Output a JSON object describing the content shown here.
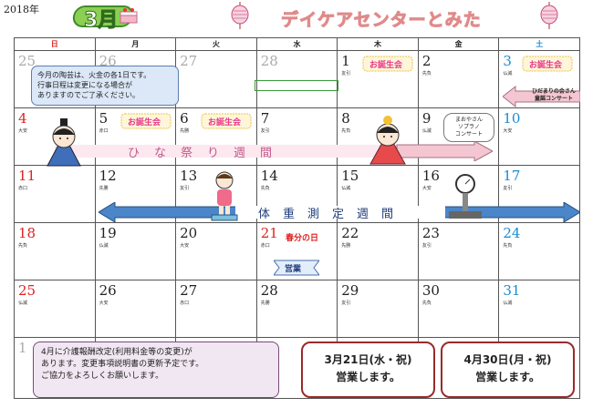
{
  "header": {
    "year": "2018年",
    "month": "3月",
    "title": "デイケアセンターとみた"
  },
  "weekdays": [
    "日",
    "月",
    "火",
    "水",
    "木",
    "金",
    "土"
  ],
  "weeks": [
    [
      {
        "day": "25",
        "note": "",
        "tone": "gray"
      },
      {
        "day": "26",
        "note": "",
        "tone": "gray"
      },
      {
        "day": "27",
        "note": "",
        "tone": "gray"
      },
      {
        "day": "28",
        "note": "",
        "tone": "gray"
      },
      {
        "day": "1",
        "note": "友引",
        "tone": ""
      },
      {
        "day": "2",
        "note": "先負",
        "tone": ""
      },
      {
        "day": "3",
        "note": "仏滅",
        "tone": "blue"
      }
    ],
    [
      {
        "day": "4",
        "note": "大安",
        "tone": "red"
      },
      {
        "day": "5",
        "note": "赤口",
        "tone": ""
      },
      {
        "day": "6",
        "note": "先勝",
        "tone": ""
      },
      {
        "day": "7",
        "note": "友引",
        "tone": ""
      },
      {
        "day": "8",
        "note": "先負",
        "tone": ""
      },
      {
        "day": "9",
        "note": "仏滅",
        "tone": ""
      },
      {
        "day": "10",
        "note": "大安",
        "tone": "blue"
      }
    ],
    [
      {
        "day": "11",
        "note": "赤口",
        "tone": "red"
      },
      {
        "day": "12",
        "note": "先勝",
        "tone": ""
      },
      {
        "day": "13",
        "note": "友引",
        "tone": ""
      },
      {
        "day": "14",
        "note": "先負",
        "tone": ""
      },
      {
        "day": "15",
        "note": "仏滅",
        "tone": ""
      },
      {
        "day": "16",
        "note": "大安",
        "tone": ""
      },
      {
        "day": "17",
        "note": "友引",
        "tone": "blue"
      }
    ],
    [
      {
        "day": "18",
        "note": "先負",
        "tone": "red"
      },
      {
        "day": "19",
        "note": "仏滅",
        "tone": ""
      },
      {
        "day": "20",
        "note": "大安",
        "tone": ""
      },
      {
        "day": "21",
        "note": "赤口",
        "tone": "red"
      },
      {
        "day": "22",
        "note": "先勝",
        "tone": ""
      },
      {
        "day": "23",
        "note": "友引",
        "tone": ""
      },
      {
        "day": "24",
        "note": "先負",
        "tone": "blue"
      }
    ],
    [
      {
        "day": "25",
        "note": "仏滅",
        "tone": "red"
      },
      {
        "day": "26",
        "note": "大安",
        "tone": ""
      },
      {
        "day": "27",
        "note": "赤口",
        "tone": ""
      },
      {
        "day": "28",
        "note": "先勝",
        "tone": ""
      },
      {
        "day": "29",
        "note": "友引",
        "tone": ""
      },
      {
        "day": "30",
        "note": "先負",
        "tone": ""
      },
      {
        "day": "31",
        "note": "仏滅",
        "tone": "blue"
      }
    ],
    [
      {
        "day": "1",
        "note": "",
        "tone": "gray"
      }
    ]
  ],
  "notice_top": {
    "line1": "今月の陶芸は、火金の各1日です。",
    "line2": "行事日程は変更になる場合が",
    "line3": "ありますのでご了承ください。"
  },
  "celebration_label": "お誕生会",
  "concert": {
    "line1": "ひだまりの会さん",
    "line2": "童謡コンサート"
  },
  "ocarina": {
    "line1": "まおやさん",
    "line2": "ソプラノ",
    "line3": "コンサート"
  },
  "hina_week": "ひな祭り週間",
  "weigh_week": "体重測定週間",
  "equinox": "春分の日",
  "eigyo": "営業",
  "bottom_note": {
    "line1": "4月に介護報酬改定(利用料金等の変更)が",
    "line2": "あります。変更事項説明書の更新予定です。",
    "line3": "ご協力をよろしくお願いします。"
  },
  "open1": {
    "line1": "3月21日(水・祝)",
    "line2": "営業します。"
  },
  "open2": {
    "line1": "4月30日(月・祝)",
    "line2": "営業します。"
  },
  "colors": {
    "sunday": "#dd2222",
    "saturday": "#1a8ad2",
    "title": "#f0b7b7",
    "badge": "#8ccf52"
  }
}
